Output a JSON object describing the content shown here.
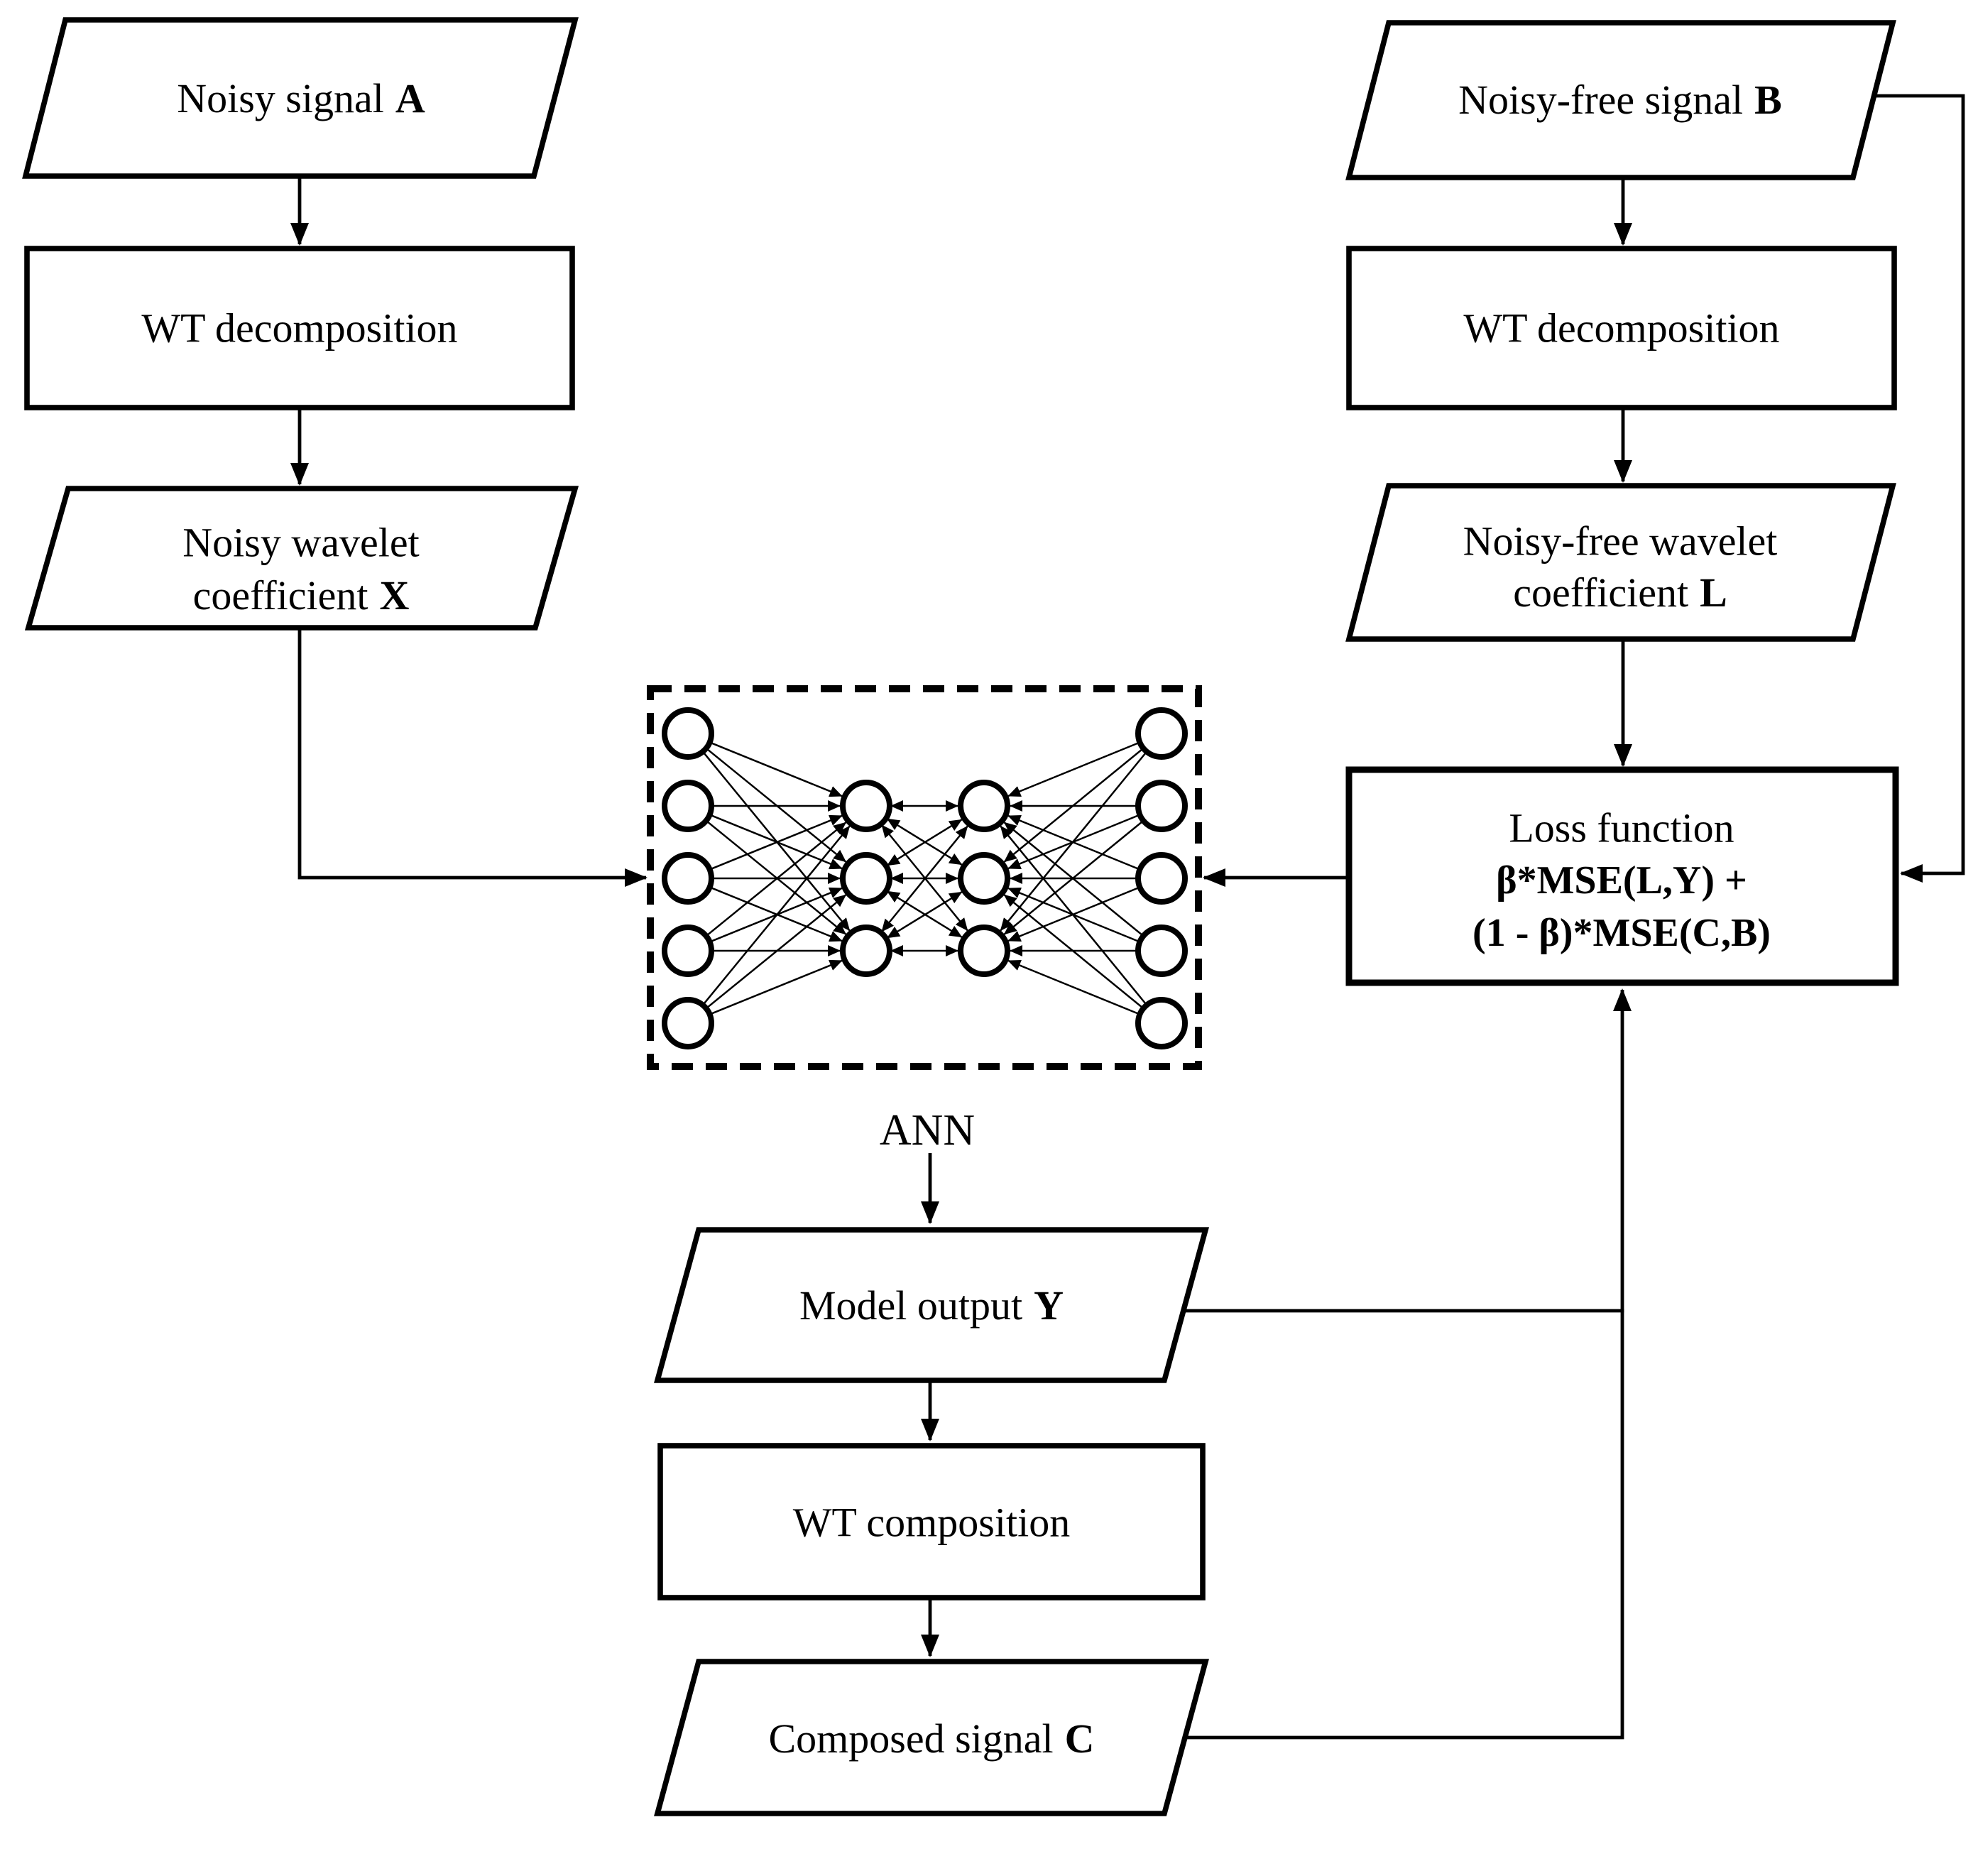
{
  "diagram": {
    "colors": {
      "background": "#ffffff",
      "line": "#000000",
      "shape_fill": "#ffffff"
    },
    "left_branch": {
      "noisy_signal": {
        "label": "Noisy signal",
        "var": "A"
      },
      "wt_decomposition": {
        "label": "WT decomposition"
      },
      "noisy_wavelet_coefficient": {
        "line1": "Noisy wavelet",
        "line2": "coefficient",
        "var": "X"
      }
    },
    "right_branch": {
      "noisy_free_signal": {
        "label": "Noisy-free signal",
        "var": "B"
      },
      "wt_decomposition": {
        "label": "WT decomposition"
      },
      "noisy_free_wavelet_coefficient": {
        "line1": "Noisy-free wavelet",
        "line2": "coefficient",
        "var": "L"
      },
      "loss_function": {
        "line1": "Loss function",
        "line2": "β*MSE(L,Y) +",
        "line3": "(1 - β)*MSE(C,B)"
      }
    },
    "ann": {
      "label": "ANN",
      "input_nodes": 5,
      "hidden1_nodes": 3,
      "hidden2_nodes": 3,
      "output_nodes": 5
    },
    "output_branch": {
      "model_output": {
        "label": "Model output",
        "var": "Y"
      },
      "wt_composition": {
        "label": "WT composition"
      },
      "composed_signal": {
        "label": "Composed signal",
        "var": "C"
      }
    }
  }
}
